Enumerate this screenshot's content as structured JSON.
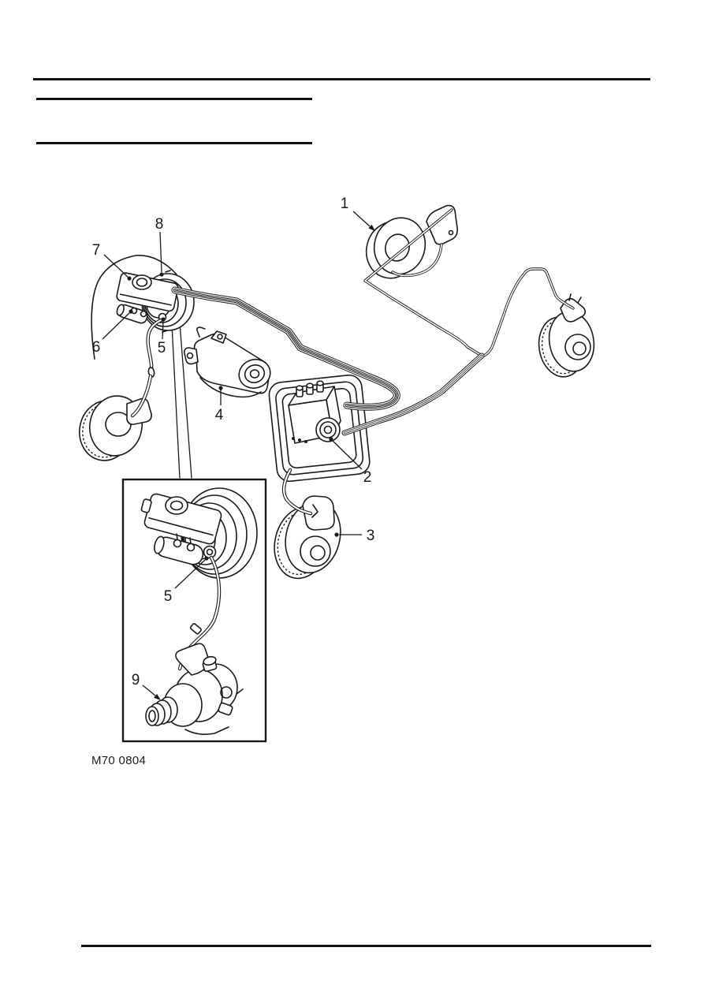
{
  "figure": {
    "code": "M70 0804",
    "callouts": {
      "c1": "1",
      "c2": "2",
      "c3": "3",
      "c4": "4",
      "c5": "5",
      "c6": "6",
      "c7": "7",
      "c8": "8",
      "c5_detail": "5",
      "c9": "9"
    }
  },
  "colors": {
    "ink": "#1a1a1a",
    "paper": "#ffffff"
  }
}
